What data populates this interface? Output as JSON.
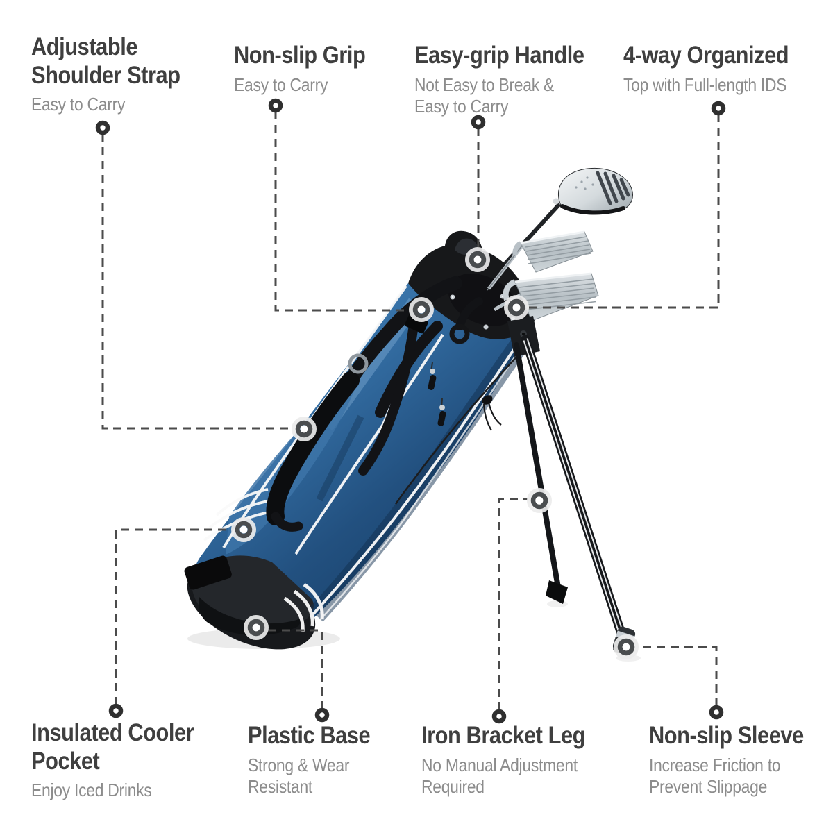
{
  "theme": {
    "background": "#ffffff",
    "title_color": "#3f3f3f",
    "subtitle_color": "#8c8c8c",
    "connector_color": "#4b4b4b",
    "bag_blue": "#2e6396",
    "strap_black": "#141414",
    "club_silver": "#c6cdd2"
  },
  "product": {
    "name": "blue golf stand bag with clubs"
  },
  "callouts": [
    {
      "id": "shoulder-strap",
      "title": "Adjustable\nShoulder Strap",
      "subtitle": "Easy to Carry"
    },
    {
      "id": "non-slip-grip",
      "title": "Non-slip Grip",
      "subtitle": "Easy to Carry"
    },
    {
      "id": "easy-grip-handle",
      "title": "Easy-grip Handle",
      "subtitle": "Not Easy to Break &\nEasy to Carry"
    },
    {
      "id": "four-way-organized",
      "title": "4-way Organized",
      "subtitle": "Top with Full-length IDS"
    },
    {
      "id": "insulated-cooler-pocket",
      "title": "Insulated Cooler\nPocket",
      "subtitle": "Enjoy Iced Drinks"
    },
    {
      "id": "plastic-base",
      "title": "Plastic Base",
      "subtitle": "Strong & Wear\nResistant"
    },
    {
      "id": "iron-bracket-leg",
      "title": "Iron Bracket Leg",
      "subtitle": "No Manual Adjustment\nRequired"
    },
    {
      "id": "non-slip-sleeve",
      "title": "Non-slip Sleeve",
      "subtitle": "Increase Friction to\nPrevent Slippage"
    }
  ]
}
